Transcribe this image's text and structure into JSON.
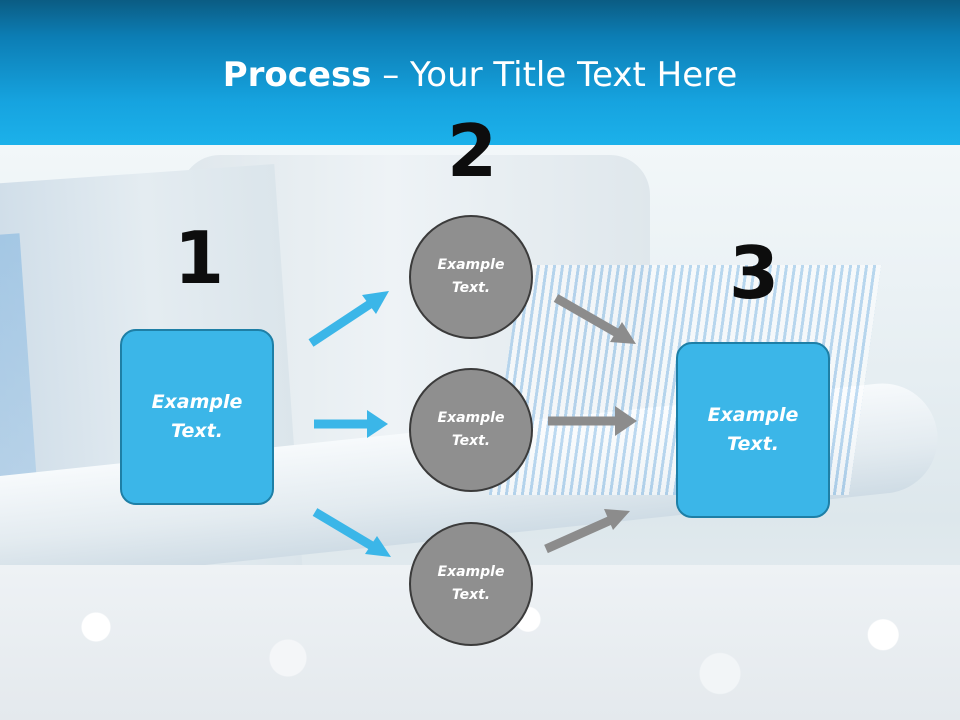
{
  "slide": {
    "title_bold": "Process",
    "title_rest": " – Your Title Text Here"
  },
  "steps": [
    {
      "number": "1",
      "text": "Example\nText."
    },
    {
      "number": "2",
      "texts": [
        "Example\nText.",
        "Example\nText.",
        "Example\nText."
      ]
    },
    {
      "number": "3",
      "text": "Example\nText."
    }
  ],
  "colors": {
    "header_top": "#0b5c83",
    "header_bottom": "#1cb1ea",
    "box_fill": "#3bb6e8",
    "box_border": "#1e7fa6",
    "circle_fill": "#8f8f8f",
    "circle_border": "#3b3b3b",
    "arrow_blue": "#3bb6e8",
    "arrow_gray": "#8c8c8c"
  }
}
